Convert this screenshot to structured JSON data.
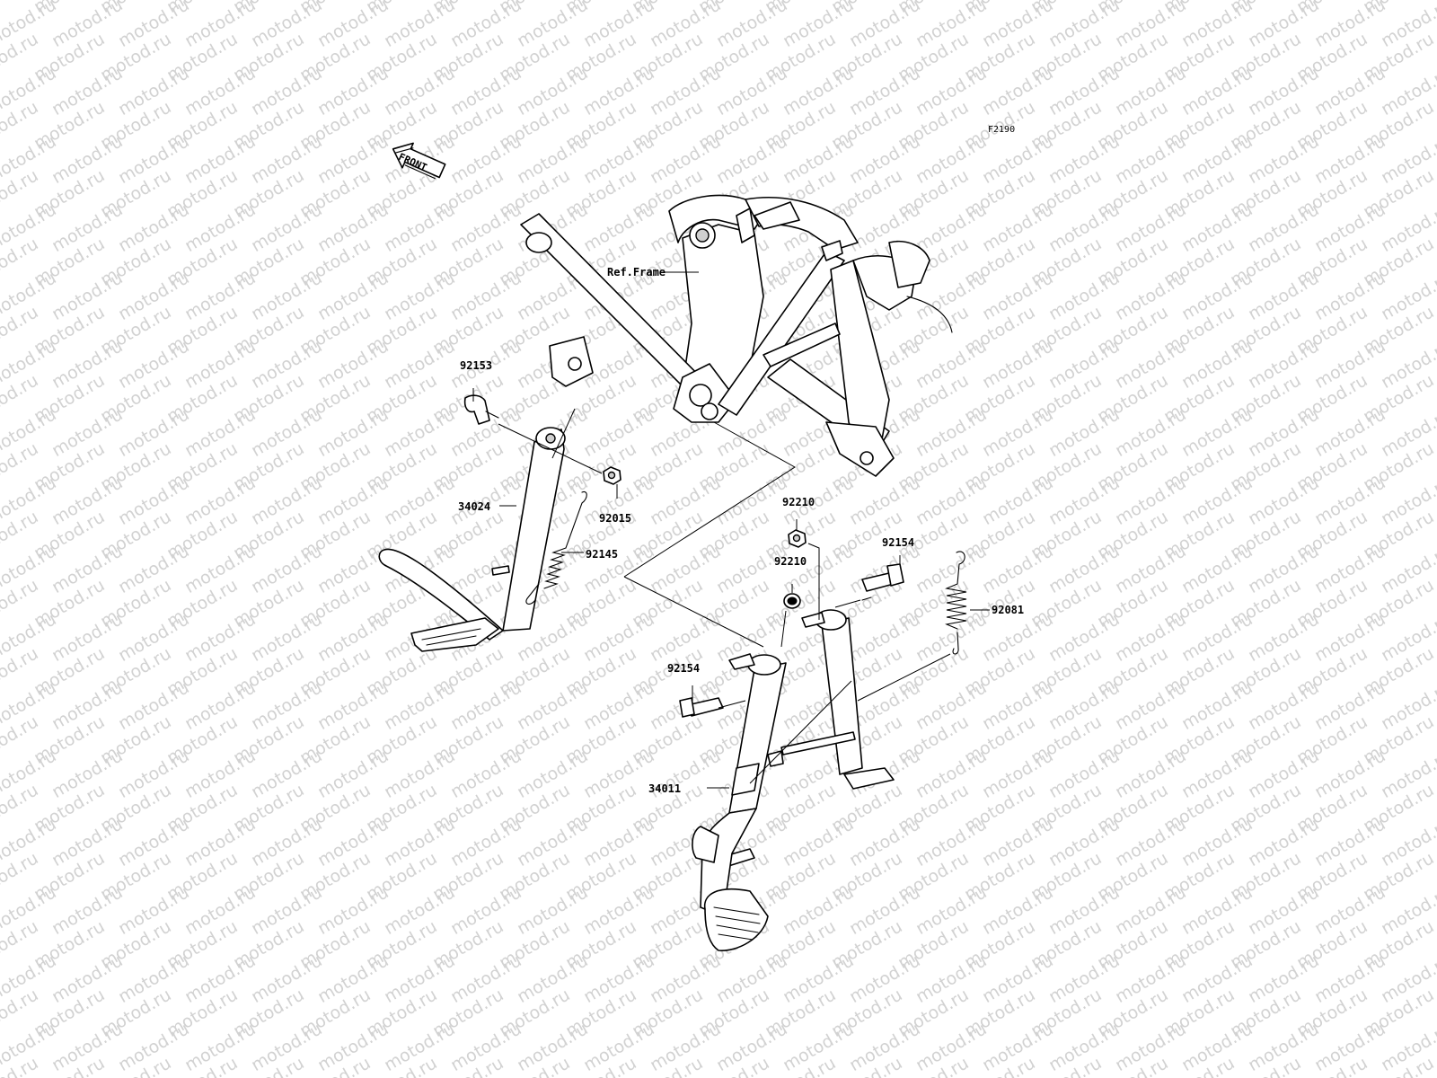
{
  "watermark": {
    "text": "motod.ru",
    "color": "#d2d2d2"
  },
  "figure_code": "F2190",
  "front_arrow": {
    "label": "FRONT",
    "icon": "front-arrow-icon"
  },
  "reference_label": "Ref.Frame",
  "parts": [
    {
      "id": "92153",
      "label": "92153"
    },
    {
      "id": "34024",
      "label": "34024"
    },
    {
      "id": "92015",
      "label": "92015"
    },
    {
      "id": "92145",
      "label": "92145"
    },
    {
      "id": "92210a",
      "label": "92210"
    },
    {
      "id": "92210b",
      "label": "92210"
    },
    {
      "id": "92154a",
      "label": "92154"
    },
    {
      "id": "92154b",
      "label": "92154"
    },
    {
      "id": "92081",
      "label": "92081"
    },
    {
      "id": "34011",
      "label": "34011"
    }
  ]
}
